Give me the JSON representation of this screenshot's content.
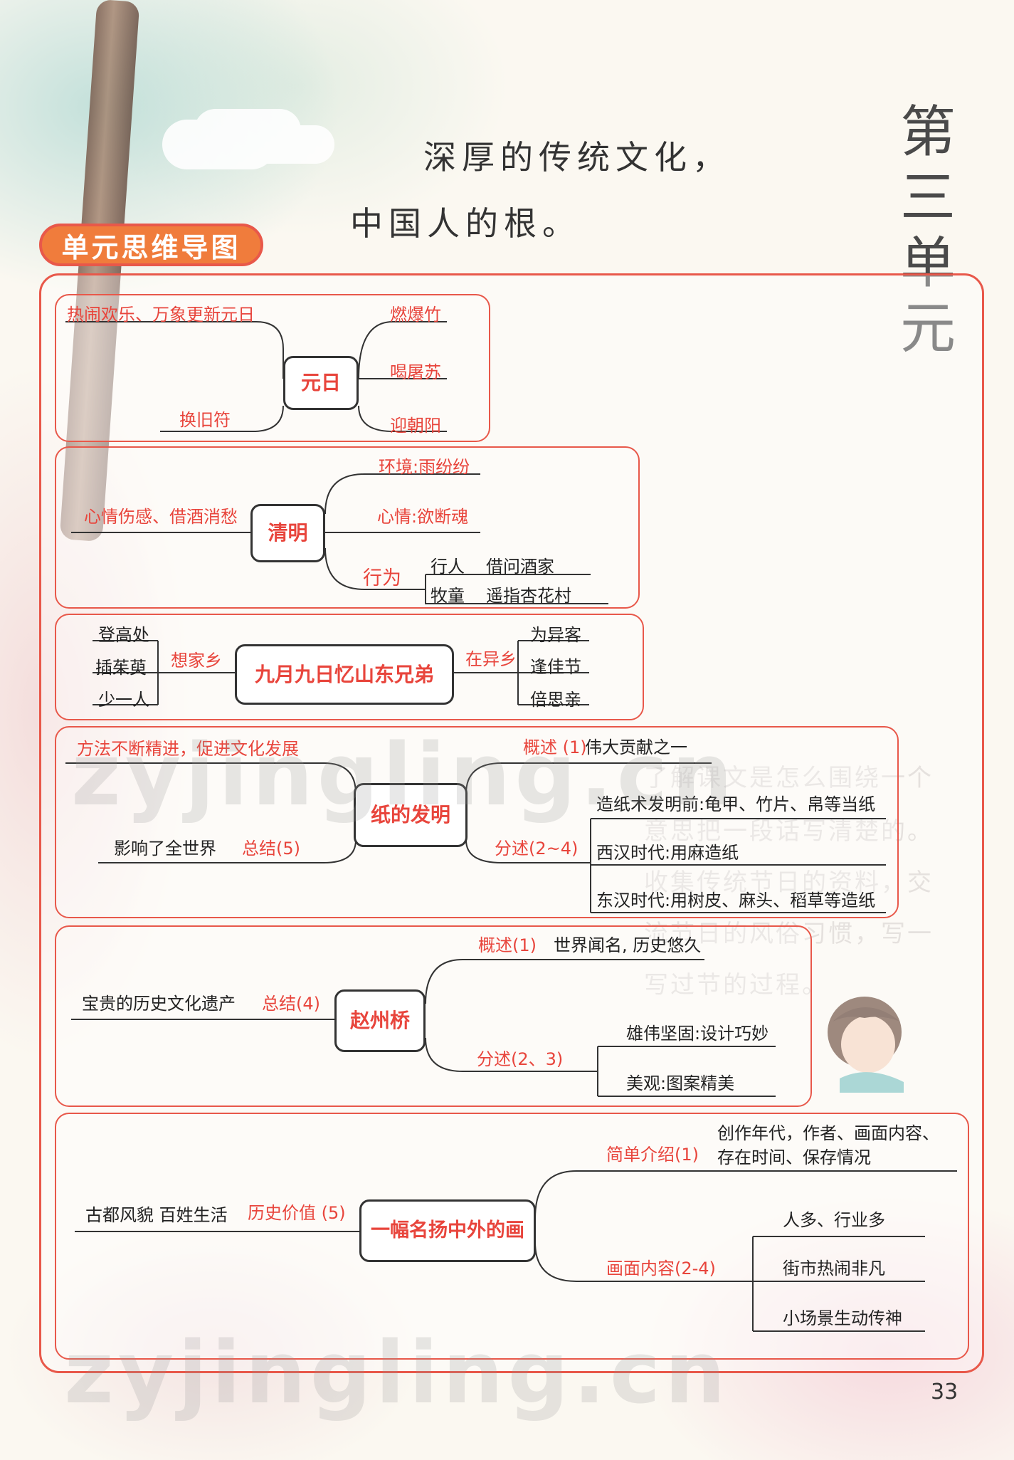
{
  "page": {
    "unit_title": [
      "第",
      "三",
      "单",
      "元"
    ],
    "intro": [
      "深厚的传统文化，",
      "中国人的根。"
    ],
    "badge": "单元思维导图",
    "page_number": "33"
  },
  "sections": {
    "yuanri": {
      "center": "元日",
      "left_top": "热闹欢乐、万象更新元日",
      "left_bottom": "换旧符",
      "right": [
        "燃爆竹",
        "喝屠苏",
        "迎朝阳"
      ]
    },
    "qingming": {
      "center": "清明",
      "left": "心情伤感、借酒消愁",
      "env": "环境:雨纷纷",
      "mood": "心情:欲断魂",
      "action_label": "行为",
      "action_rows": [
        [
          "行人",
          "借问酒家"
        ],
        [
          "牧童",
          "遥指杏花村"
        ]
      ]
    },
    "jiuyue": {
      "center": "九月九日忆山东兄弟",
      "left_items": [
        "登高处",
        "插茱萸",
        "少一人"
      ],
      "left_label": "想家乡",
      "right_label": "在异乡",
      "right_items": [
        "为异客",
        "逢佳节",
        "倍思亲"
      ]
    },
    "zhi": {
      "center": "纸的发明",
      "left_top": "方法不断精进，促进文化发展",
      "left_bottom": "影响了全世界",
      "summary_label": "总结(5)",
      "overview_label": "概述 (1)",
      "overview": "伟大贡献之一",
      "detail_label": "分述(2~4)",
      "details": [
        "造纸术发明前:龟甲、竹片、帛等当纸",
        "西汉时代:用麻造纸",
        "东汉时代:用树皮、麻头、稻草等造纸"
      ]
    },
    "zhaozhou": {
      "center": "赵州桥",
      "left": "宝贵的历史文化遗产",
      "summary_label": "总结(4)",
      "overview_label": "概述(1)",
      "overview": "世界闻名, 历史悠久",
      "detail_label": "分述(2、3)",
      "details": [
        "雄伟坚固:设计巧妙",
        "美观:图案精美"
      ]
    },
    "hua": {
      "center": "一幅名扬中外的画",
      "left": "古都风貌 百姓生活",
      "value_label": "历史价值 (5)",
      "intro_label": "简单介绍(1)",
      "intro_lines": [
        "创作年代，作者、画面内容、",
        "存在时间、保存情况"
      ],
      "content_label": "画面内容(2-4)",
      "content_items": [
        "人多、行业多",
        "街市热闹非凡",
        "小场景生动传神"
      ]
    }
  },
  "background_text": {
    "lines": [
      "了解课文是怎么围绕一个",
      "意思把一段话写清楚的。",
      "收集传统节日的资料，交",
      "流节日的风俗习惯，写一",
      "写过节的过程。"
    ],
    "watermarks": [
      "zyjingling.cn",
      "zyjingling.cn"
    ]
  }
}
